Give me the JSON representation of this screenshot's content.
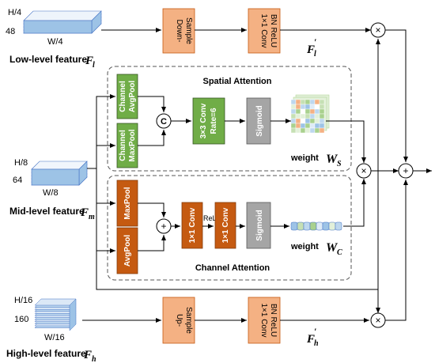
{
  "low": {
    "h": "H/4",
    "c": "48",
    "w": "W/4",
    "label": "Low-level feature",
    "sym": "F",
    "sub": "l",
    "downsample": [
      "Down-",
      "Sample"
    ],
    "conv": [
      "1×1 Conv",
      "BN ReLU"
    ],
    "out_sym": "F",
    "out_sub": "l",
    "out_prime": "′"
  },
  "mid": {
    "h": "H/8",
    "c": "64",
    "w": "W/8",
    "label": "Mid-level feature",
    "sym": "F",
    "sub": "m"
  },
  "high": {
    "h": "H/16",
    "c": "160",
    "w": "W/16",
    "label": "High-level feature",
    "sym": "F",
    "sub": "h",
    "upsample": [
      "Up-",
      "Sample"
    ],
    "conv": [
      "1×1 Conv",
      "BN ReLU"
    ],
    "out_sym": "F",
    "out_sub": "h",
    "out_prime": "′"
  },
  "spatial": {
    "title": "Spatial Attention",
    "avgpool": [
      "Channel",
      "AvgPool"
    ],
    "maxpool": [
      "Channel",
      "MaxPool"
    ],
    "concat": "C",
    "conv": [
      "3×3 Conv",
      "Rate=6"
    ],
    "sigmoid": "Sigmoid",
    "weight": "weight",
    "wsym": "W",
    "wsub": "S"
  },
  "channel": {
    "title": "Channel Attention",
    "maxpool": "MaxPool",
    "avgpool": "AvgPool",
    "conv1": "1×1 Conv",
    "relu": "ReLU",
    "conv2": "1×1 Conv",
    "sigmoid": "Sigmoid",
    "weight": "weight",
    "wsym": "W",
    "wsub": "C"
  },
  "ops": {
    "plus": "+",
    "times": "×"
  },
  "colors": {
    "orange": "#f4b183",
    "green": "#70ad47",
    "darkgreen": "#548235",
    "darkorange": "#c55a11",
    "gray": "#a5a5a5",
    "feature": "#9dc3e6"
  }
}
